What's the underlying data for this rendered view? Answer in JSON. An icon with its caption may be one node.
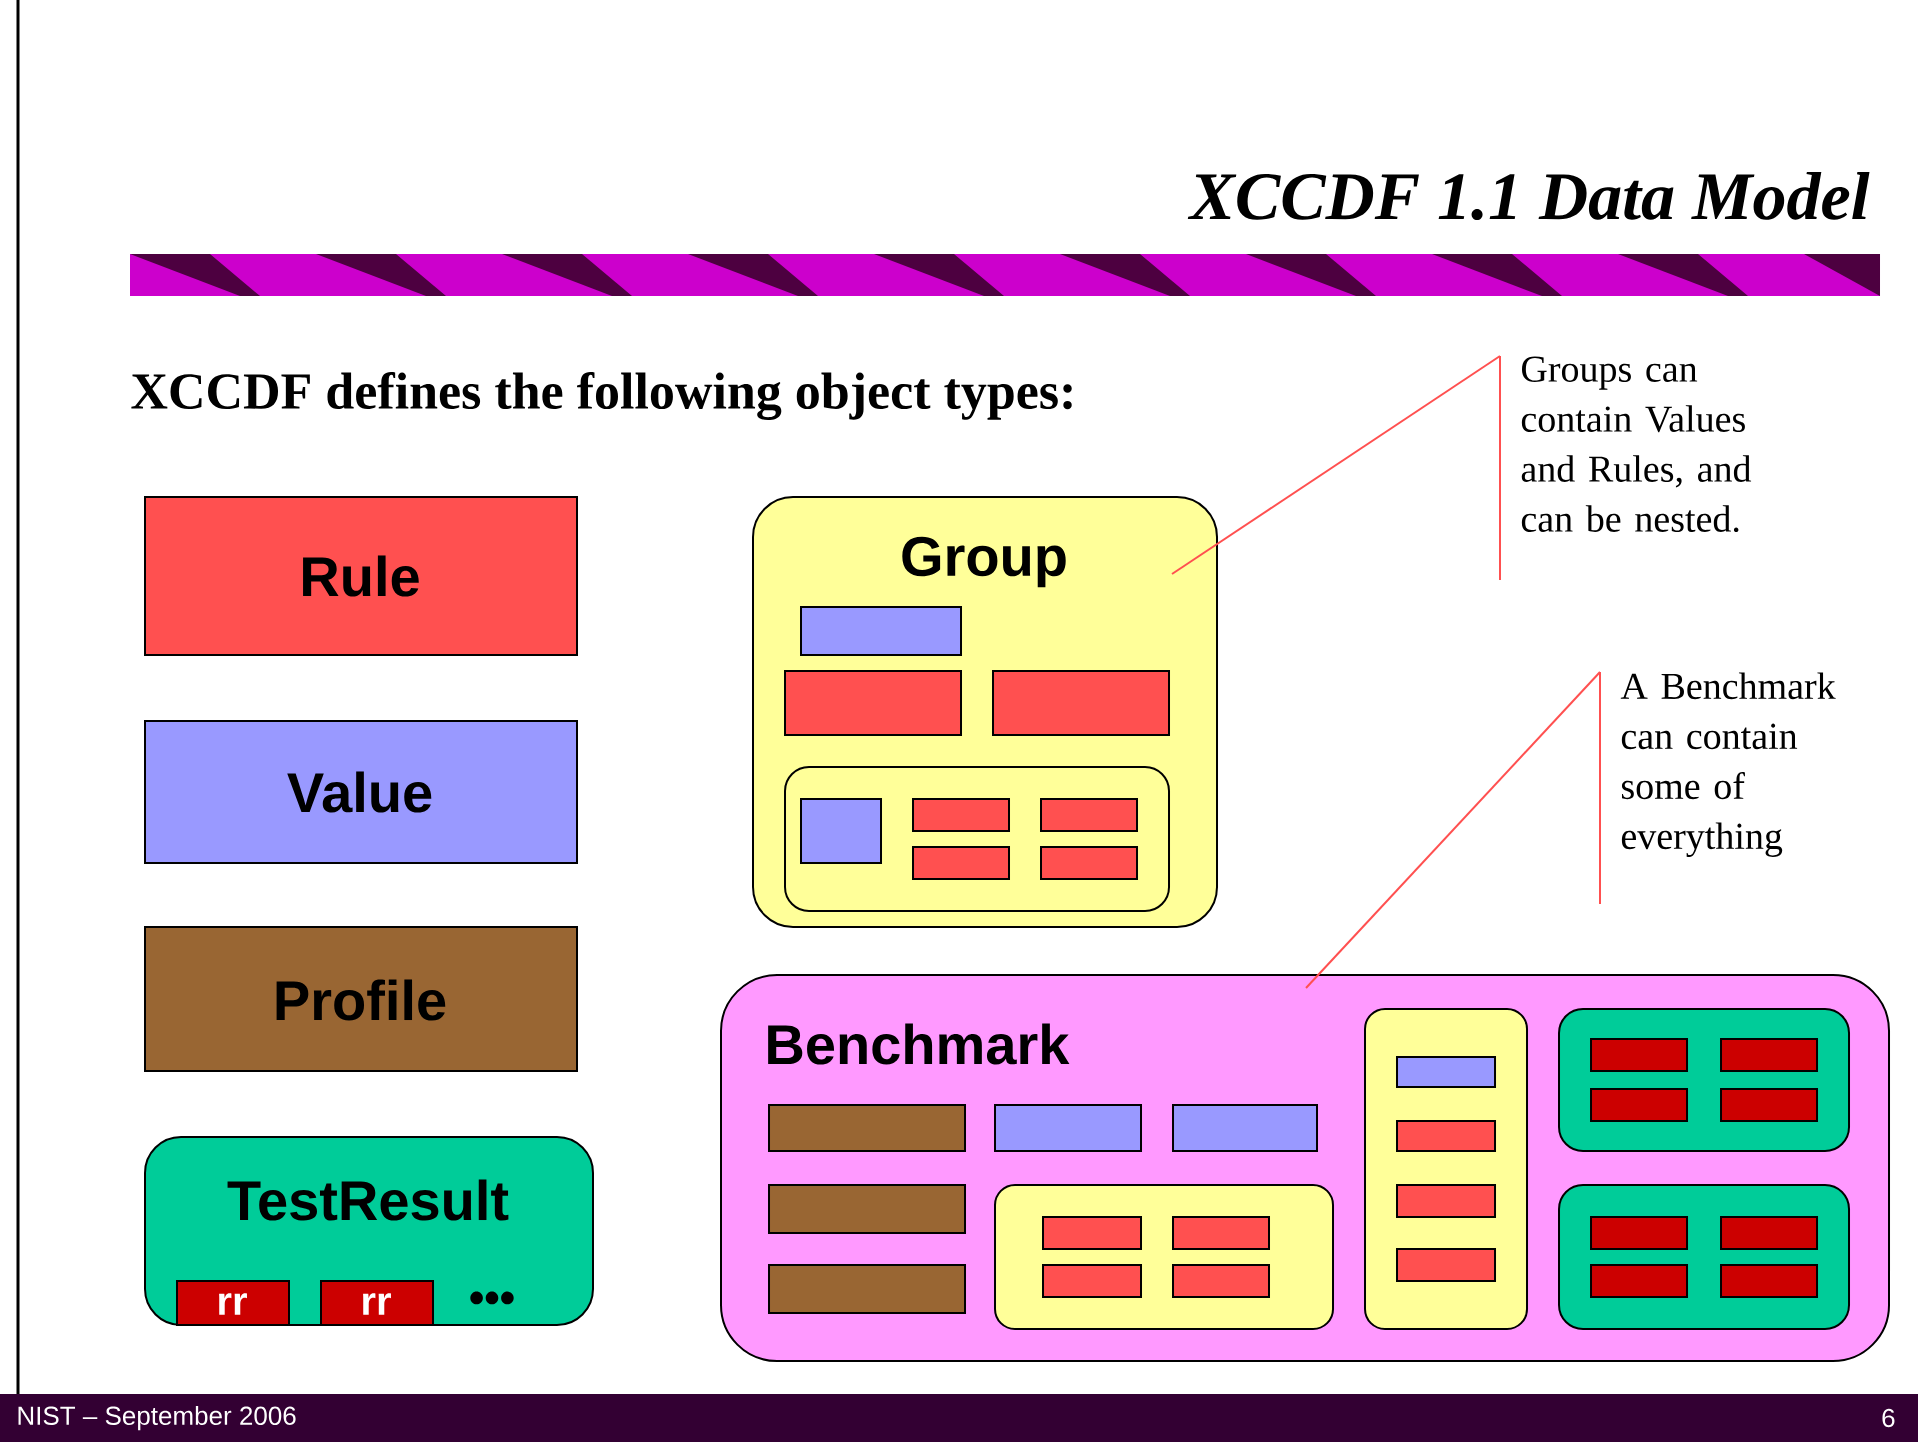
{
  "diagram": {
    "title": "XCCDF 1.1 Data Model",
    "nodes": [
      {
        "text": [
          "Rule"
        ]
      },
      {
        "text": [
          "Value"
        ]
      },
      {
        "text": [
          "Profile"
        ]
      },
      {
        "text": [
          "TestResult",
          "•••"
        ]
      },
      {
        "text": [
          "rr"
        ],
        "in": 3
      },
      {
        "text": [
          "rr"
        ],
        "in": 3
      },
      {
        "text": [
          "Group"
        ]
      },
      {
        "text": [],
        "shape": "box",
        "in": 6
      },
      {
        "text": [],
        "shape": "box",
        "in": 6
      },
      {
        "text": [],
        "shape": "box",
        "in": 6
      },
      {
        "text": [],
        "shape": "box",
        "in": 6
      },
      {
        "text": [],
        "shape": "box",
        "in": 10
      },
      {
        "text": [],
        "shape": "box",
        "in": 10
      },
      {
        "text": [],
        "shape": "box",
        "in": 10
      },
      {
        "text": [],
        "shape": "box",
        "in": 10
      },
      {
        "text": [],
        "shape": "box",
        "in": 10
      },
      {
        "text": [
          "Benchmark"
        ]
      },
      {
        "text": [],
        "shape": "box",
        "in": 16
      },
      {
        "text": [],
        "shape": "box",
        "in": 16
      },
      {
        "text": [],
        "shape": "box",
        "in": 16
      },
      {
        "text": [],
        "shape": "box",
        "in": 16
      },
      {
        "text": [],
        "shape": "box",
        "in": 16
      },
      {
        "text": [],
        "shape": "box",
        "in": 16
      },
      {
        "text": [],
        "shape": "box",
        "in": 22
      },
      {
        "text": [],
        "shape": "box",
        "in": 22
      },
      {
        "text": [],
        "shape": "box",
        "in": 22
      },
      {
        "text": [],
        "shape": "box",
        "in": 22
      },
      {
        "text": [],
        "shape": "box",
        "in": 16
      },
      {
        "text": [],
        "shape": "box",
        "in": 27
      },
      {
        "text": [],
        "shape": "box",
        "in": 27
      },
      {
        "text": [],
        "shape": "box",
        "in": 27
      },
      {
        "text": [],
        "shape": "box",
        "in": 27
      },
      {
        "text": [],
        "shape": "box",
        "in": 16
      },
      {
        "text": [],
        "shape": "box",
        "in": 32
      },
      {
        "text": [],
        "shape": "box",
        "in": 32
      },
      {
        "text": [],
        "shape": "box",
        "in": 32
      },
      {
        "text": [],
        "shape": "box",
        "in": 32
      },
      {
        "text": [],
        "shape": "box",
        "in": 16
      },
      {
        "text": [],
        "shape": "box",
        "in": 37
      },
      {
        "text": [],
        "shape": "box",
        "in": 37
      },
      {
        "text": [],
        "shape": "box",
        "in": 37
      },
      {
        "text": [],
        "shape": "box",
        "in": 37
      },
      {
        "text": [
          "Groups can contain Values and Rules, and can be nested."
        ]
      },
      {
        "text": [
          "A Benchmark can contain some of everything"
        ]
      }
    ],
    "edges": [
      {
        "from": 42,
        "to": 6,
        "arrow": "none"
      },
      {
        "from": 43,
        "to": 16,
        "arrow": "none"
      }
    ],
    "labels": [
      "XCCDF defines the following object types:",
      "NIST – September 2006",
      "6"
    ]
  }
}
